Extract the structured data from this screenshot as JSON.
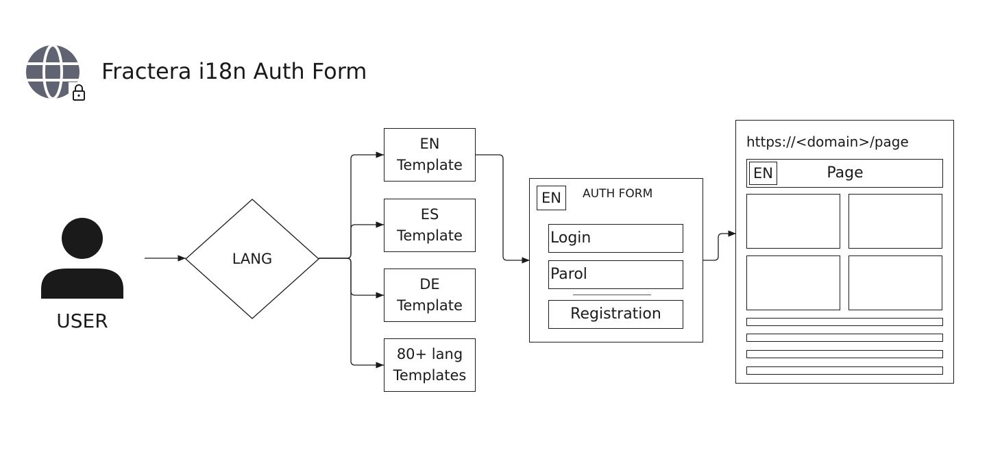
{
  "title": "Fractera i18n Auth Form",
  "icons": {
    "logo": "globe-lock-icon",
    "user": "user-icon"
  },
  "colors": {
    "logo": "#5f6372",
    "stroke": "#1a1a1a"
  },
  "user_label": "USER",
  "decision_label": "LANG",
  "templates": [
    {
      "label": "EN\nTemplate"
    },
    {
      "label": "ES\nTemplate"
    },
    {
      "label": "DE\nTemplate"
    },
    {
      "label": "80+ lang\nTemplates"
    }
  ],
  "auth_form": {
    "lang_badge": "EN",
    "title": "AUTH FORM",
    "login": "Login",
    "password": "Parol",
    "registration": "Registration"
  },
  "page": {
    "url": "https://<domain>/page",
    "lang_badge": "EN",
    "header": "Page"
  }
}
